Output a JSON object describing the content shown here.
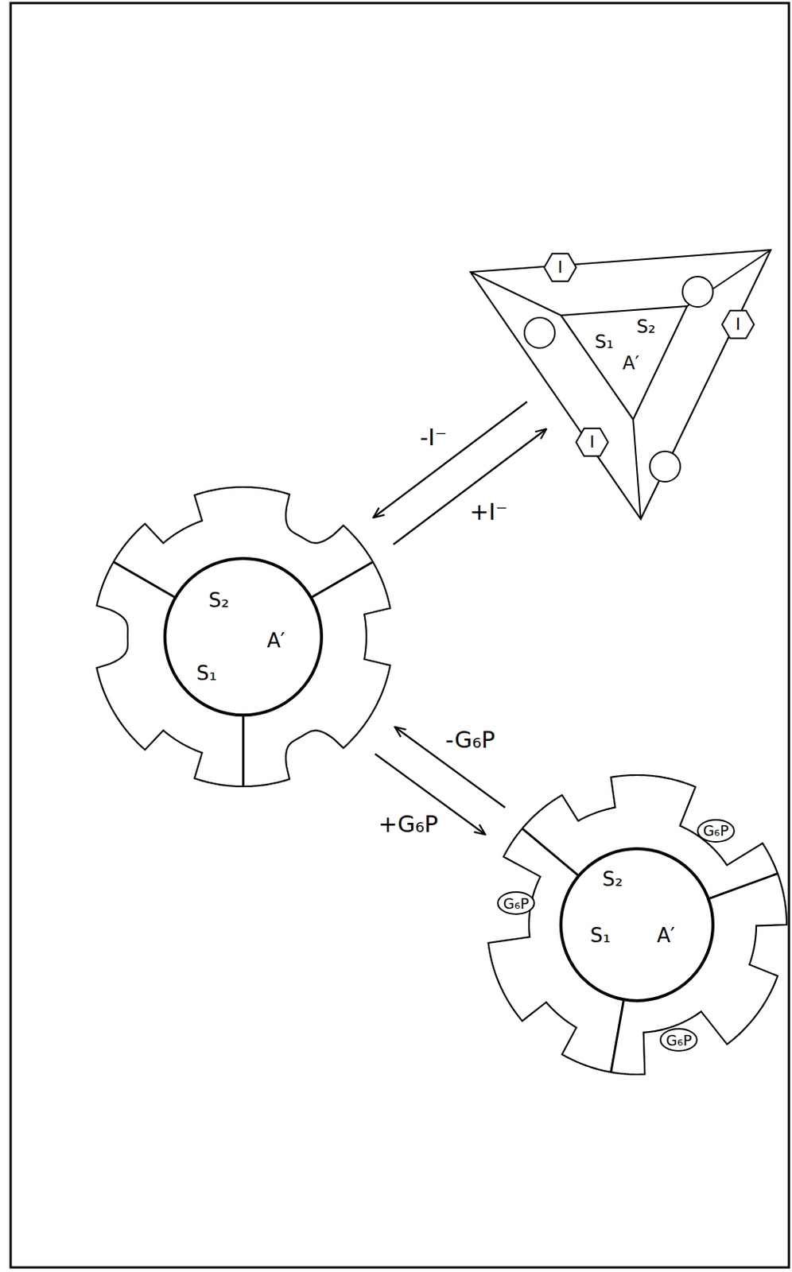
{
  "diagram": {
    "nodes": [
      {
        "text": [
          "S₁",
          "S₂",
          "A′"
        ]
      },
      {
        "text": [
          "I"
        ],
        "in": 0
      },
      {
        "text": [
          "I"
        ],
        "in": 0
      },
      {
        "text": [
          "I"
        ],
        "in": 0
      },
      {
        "text": [
          "S₂",
          "S₁",
          "A′"
        ]
      },
      {
        "text": [
          "S₂",
          "S₁",
          "A′"
        ]
      },
      {
        "text": [
          "G₆P"
        ],
        "in": 5
      },
      {
        "text": [
          "G₆P"
        ],
        "in": 5
      },
      {
        "text": [
          "G₆P"
        ],
        "in": 5
      }
    ],
    "edges": [
      {
        "from": 0,
        "to": 4,
        "arrow": "to",
        "label": "-I⁻"
      },
      {
        "from": 4,
        "to": 0,
        "arrow": "to",
        "label": "+I⁻"
      },
      {
        "from": 4,
        "to": 5,
        "arrow": "to",
        "label": "+G₆P"
      },
      {
        "from": 5,
        "to": 4,
        "arrow": "to",
        "label": "-G₆P"
      }
    ]
  }
}
